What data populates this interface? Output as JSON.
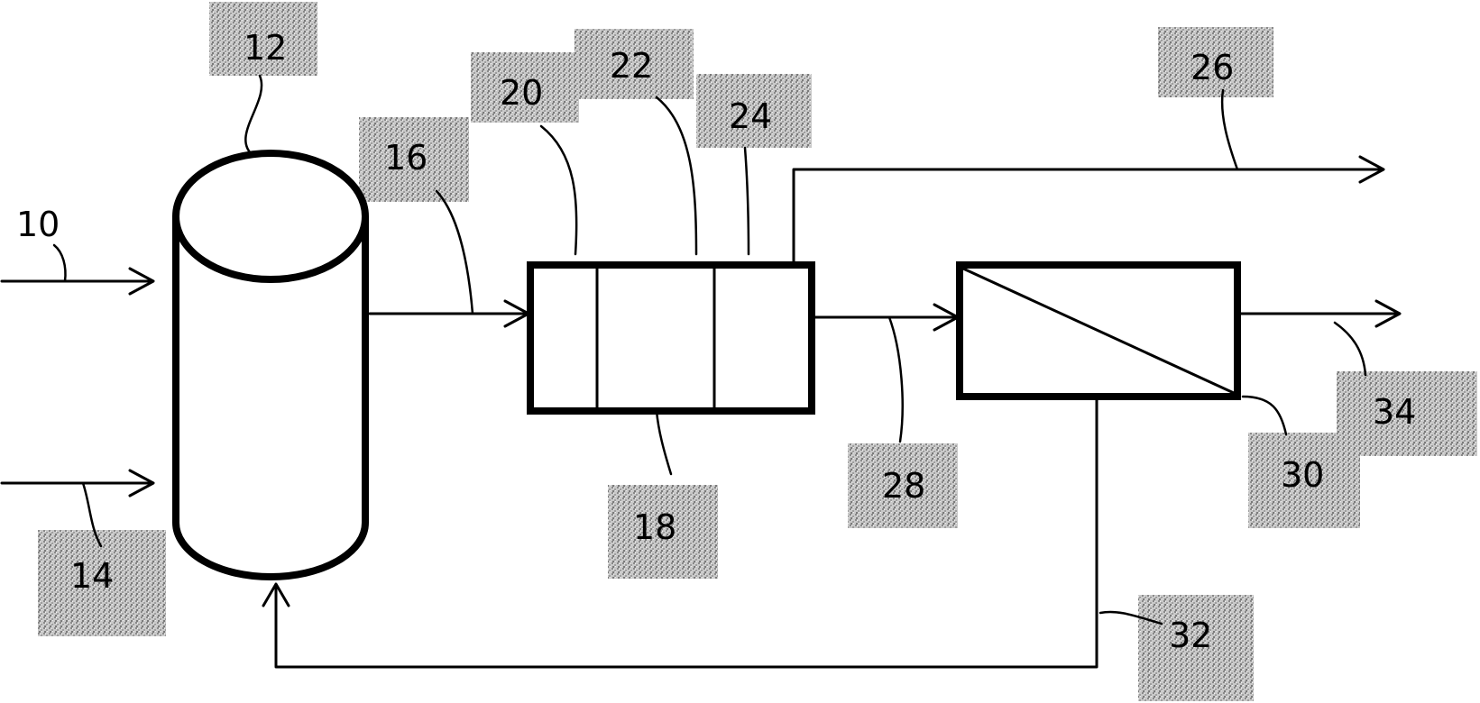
{
  "labels": {
    "feed_stream": "10",
    "vessel": "12",
    "second_feed": "14",
    "vessel_outlet": "16",
    "separator_unit": "18",
    "section_a": "20",
    "section_b": "22",
    "section_c": "24",
    "top_outlet": "26",
    "middle_stream": "28",
    "membrane_unit": "30",
    "recycle_stream": "32",
    "product_outlet": "34"
  },
  "colors": {
    "stroke": "#000000",
    "label_patch": "#b8b8b8",
    "background": "#ffffff"
  }
}
